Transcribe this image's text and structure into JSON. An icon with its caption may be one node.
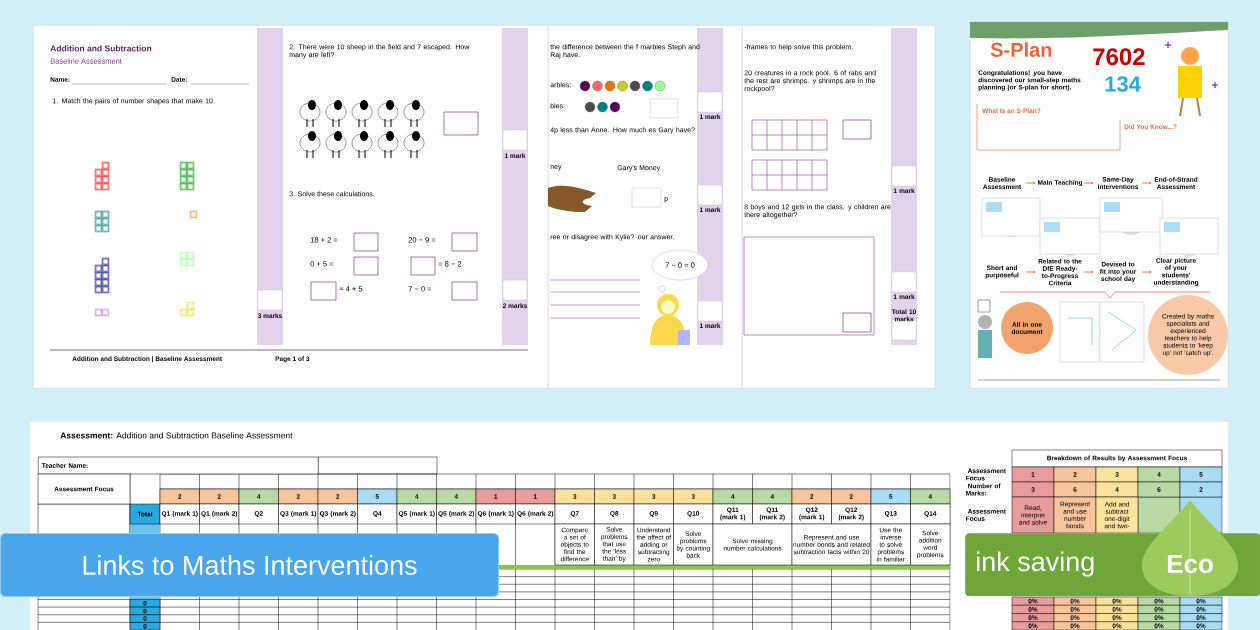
{
  "diagram": {
    "nodes": [
      {
        "text": [
          "Addition and Subtraction",
          "Baseline Assessment",
          "Name:",
          "Date:",
          "1. Match the pairs of number shapes that make 10.",
          "2. There were 10 sheep in the field and 7 escaped. How many are left?",
          "3. Solve these calculations.",
          "18 + 2 =",
          "20 − 9 =",
          "0 + 5 =",
          "= 8 − 2",
          "= 4 + 5",
          "7 − 0 =",
          "3 marks",
          "1 mark",
          "2 marks",
          "Addition and Subtraction | Baseline Assessment",
          "Page 1 of 3"
        ]
      },
      {
        "text": [
          "the difference between the f marbles Steph and Raj have.",
          "arbles:",
          "bles:",
          "4p less than Anne. How much es Gary have?",
          "ney",
          "Gary's Money",
          "p",
          "ree or disagree with Kylie? our answer.",
          "1 mark",
          "1 mark",
          "1 mark"
        ]
      },
      {
        "text": [
          "7 − 0 = 0"
        ],
        "in": 1
      },
      {
        "text": [
          "-frames to help solve this problem.",
          "20 creatures in a rock pool. 6 of rabs and the rest are shrimps. y shrimps are in the rockpool?",
          "8 boys and 12 girls in the class. y children are there altogether?",
          "1 mark",
          "1 mark",
          "Total 10 marks"
        ]
      },
      {
        "text": [
          "S-Plan",
          "Congratulations! you have discovered our small-step maths planning (or S-plan for short).",
          "7602",
          "134",
          "What Is an S-Plan?",
          "Did You Know...?"
        ]
      },
      {
        "text": [
          "Baseline Assessment"
        ],
        "in": 4
      },
      {
        "text": [
          "Main Teaching"
        ],
        "in": 4
      },
      {
        "text": [
          "Same-Day Interventions"
        ],
        "in": 4
      },
      {
        "text": [
          "End-of-Strand Assessment"
        ],
        "in": 4
      },
      {
        "text": [
          "Short and purposeful"
        ],
        "in": 4
      },
      {
        "text": [
          "Related to the DfE Ready-to-Progress Criteria"
        ],
        "in": 4
      },
      {
        "text": [
          "Devised to fit into your school day"
        ],
        "in": 4
      },
      {
        "text": [
          "Clear picture of your students' understanding"
        ],
        "in": 4
      },
      {
        "text": [
          "All in one document"
        ],
        "in": 4
      },
      {
        "text": [
          "Created by maths specialists and experienced teachers to help students to 'keep up' not 'catch up'."
        ],
        "in": 4
      },
      {
        "text": [
          "Links to Maths Interventions"
        ]
      },
      {
        "text": [
          "ink saving",
          "Eco"
        ]
      }
    ],
    "edges": [
      {
        "from": 5,
        "to": 6,
        "arrow": "to"
      },
      {
        "from": 6,
        "to": 7,
        "arrow": "to"
      },
      {
        "from": 7,
        "to": 8,
        "arrow": "to"
      },
      {
        "from": 9,
        "to": 10,
        "arrow": "to"
      },
      {
        "from": 10,
        "to": 11,
        "arrow": "to"
      },
      {
        "from": 11,
        "to": 12,
        "arrow": "to"
      }
    ],
    "labels": [
      "**Assessment:** Addition and Subtraction Baseline Assessment",
      "Teacher Name:",
      "Assessment Focus",
      "2",
      "2",
      "4",
      "2",
      "2",
      "5",
      "4",
      "4",
      "1",
      "1",
      "3",
      "3",
      "3",
      "3",
      "4",
      "4",
      "2",
      "2",
      "5",
      "4",
      "Total",
      "Q1 (mark 1)",
      "Q1 (mark 2)",
      "Q2",
      "Q3 (mark 1)",
      "Q3 (mark 2)",
      "Q4",
      "Q5 (mark 1)",
      "Q5 (mark 2)",
      "Q6 (mark 1)",
      "Q6 (mark 2)",
      "Q7",
      "Q8",
      "Q9",
      "Q10",
      "Q11 (mark 1)",
      "Q11 (mark 2)",
      "Q12 (mark 1)",
      "Q12 (mark 2)",
      "Q13",
      "Q14",
      "Compare a set of objects to find the difference",
      "Solve problems that use the 'less than' by",
      "Understand the affect of adding or subtracting zero",
      "Solve problems by counting back",
      "Solve missing number calculations",
      "Represent and use number bonds and related subtraction facts within 20",
      "Use the inverse to solve problems in familiar",
      "Solve addition word problems",
      "0",
      "0",
      "0",
      "0",
      "Breakdown of Results by Assessment Focus",
      "Assessment Focus",
      "Number of Marks:",
      "Assessment Focus",
      "1",
      "2",
      "3",
      "4",
      "5",
      "3",
      "6",
      "4",
      "6",
      "2",
      "Read, interpret and solve",
      "Represent and use number bonds",
      "Add and subtract one-digit and two-",
      "0%",
      "0%",
      "0%",
      "0%",
      "0%",
      "0%",
      "0%",
      "0%",
      "0%",
      "0%",
      "0%",
      "0%",
      "0%",
      "0%",
      "0%",
      "0%",
      "0%",
      "0%",
      "0%",
      "0%"
    ]
  }
}
